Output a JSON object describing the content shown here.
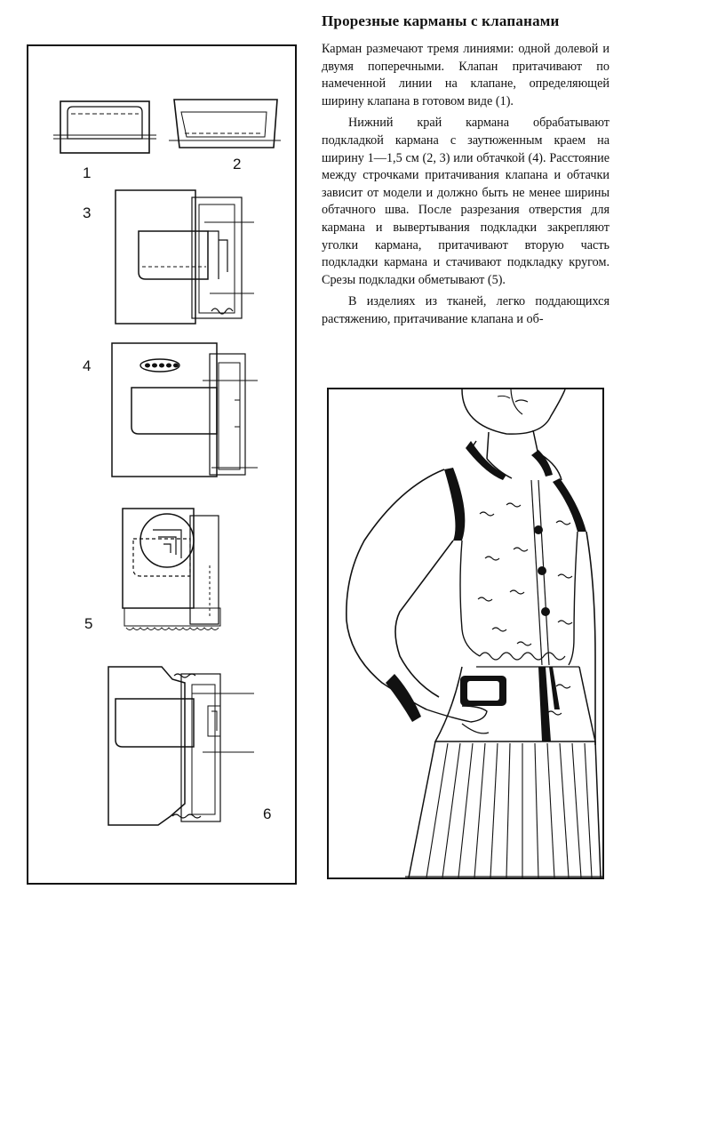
{
  "heading": "Прорезные карманы с клапанами",
  "paragraphs": [
    "Карман размечают тремя линиями: одной долевой и двумя поперечными. Клапан притачивают по намеченной линии на клапане, определяющей ширину клапана в готовом виде (1).",
    "Нижний край кармана обрабатывают подкладкой кармана с заутюженным краем на ширину 1—1,5 см (2, 3) или обтачкой (4). Расстояние между строчками притачивания клапана и обтачки зависит от модели и должно быть не менее ширины обтачного шва. После разрезания отверстия для кармана и вывертывания подкладки закрепляют уголки кармана, притачивают вторую часть подкладки кармана и стачивают подкладку кругом. Срезы подкладки обметывают (5).",
    "В изделиях из тканей, легко поддающихся растяжению, притачивание клапана и об-"
  ],
  "figure_labels": {
    "f1": "1",
    "f2": "2",
    "f3": "3",
    "f4": "4",
    "f5": "5",
    "f6": "6"
  }
}
